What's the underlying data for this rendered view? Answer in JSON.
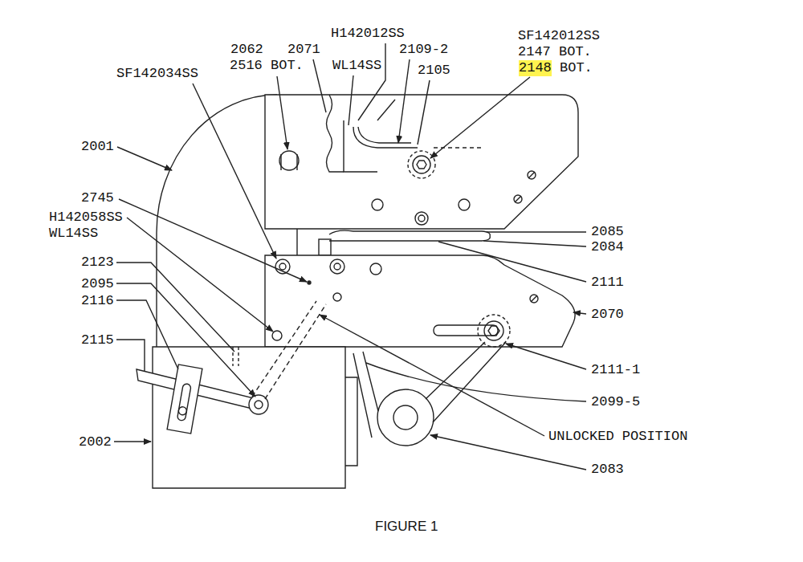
{
  "diagram": {
    "caption": "FIGURE 1",
    "labels": [
      "H142012SS",
      "SF142012SS",
      "2062",
      "2071",
      "2109-2",
      "2147 BOT.",
      "2516 BOT.",
      "WL14SS",
      "2105",
      "2148",
      "BOT.",
      "SF142034SS",
      "2001",
      "2745",
      "H142058SS",
      "WL14SS",
      "2085",
      "2084",
      "2123",
      "2111",
      "2095",
      "2116",
      "2070",
      "2115",
      "2111-1",
      "2099-5",
      "UNLOCKED POSITION",
      "2002",
      "2083"
    ]
  }
}
